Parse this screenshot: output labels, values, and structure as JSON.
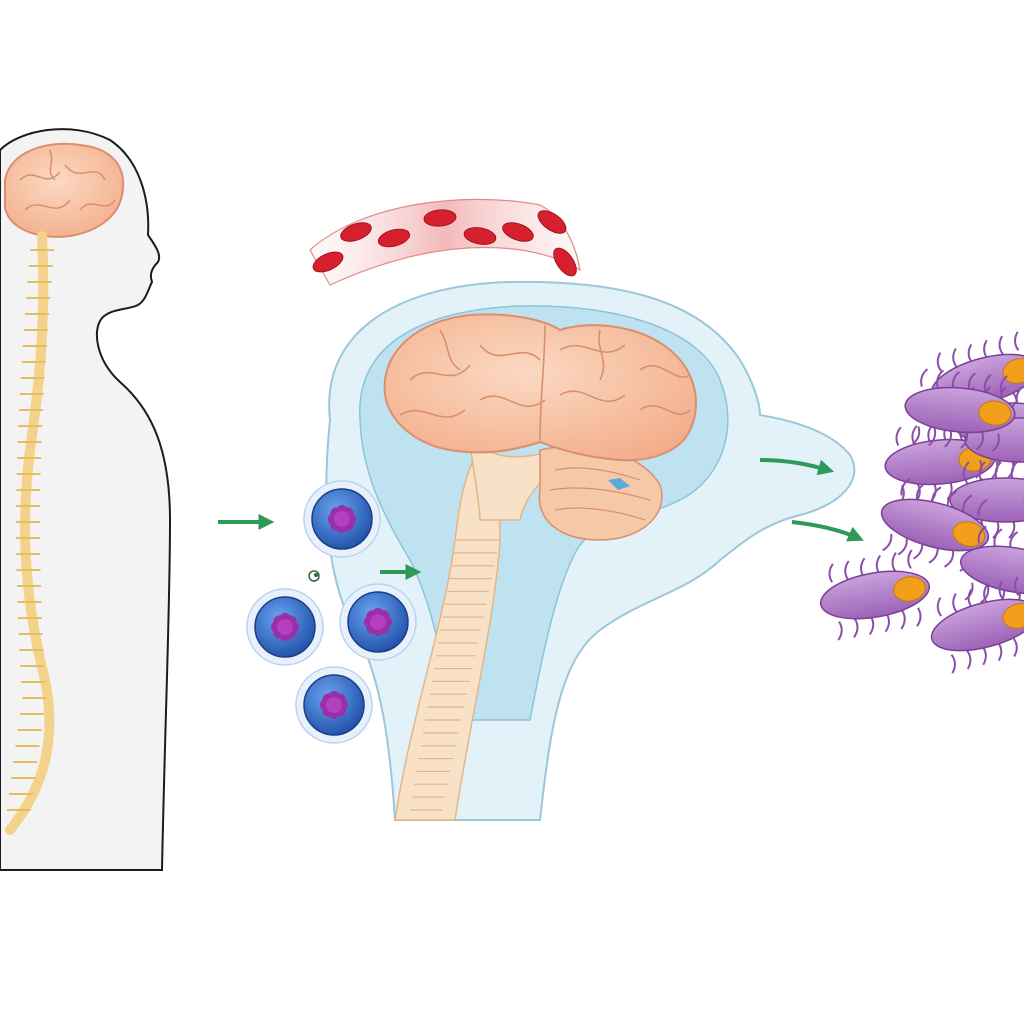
{
  "diagram": {
    "panels": [
      "human-silhouette-with-brain-and-spinal-cord",
      "bloodstream-with-red-blood-cells",
      "brain-and-spinal-cord-in-protective-membrane",
      "immune-cells-group",
      "bacteria-cluster"
    ],
    "flow": [
      {
        "from": "human-silhouette",
        "to": "immune-cells"
      },
      {
        "from": "immune-cells",
        "to": "spinal-cord-membrane"
      },
      {
        "from": "brain-membrane",
        "to": "bacteria-cluster"
      }
    ],
    "counts": {
      "immune_cells": 4,
      "red_blood_cells": 8,
      "bacteria": 10,
      "flow_arrows": 4
    }
  },
  "colors": {
    "brain": "#f7c3a3",
    "brain_outline": "#d98f6c",
    "spine": "#f3d38a",
    "spine_outline": "#d9a94a",
    "membrane": "#cfe8f2",
    "membrane_inner": "#a9d8ec",
    "blood_vessel": "#f7c9c9",
    "red_cell": "#d6202e",
    "immune_cell": "#2f6fc9",
    "immune_nucleus": "#9a2fa8",
    "bacteria": "#b585c8",
    "bacteria_spot": "#f2a01c",
    "arrow": "#2e9a5a",
    "silhouette_outline": "#1c1c1c"
  }
}
